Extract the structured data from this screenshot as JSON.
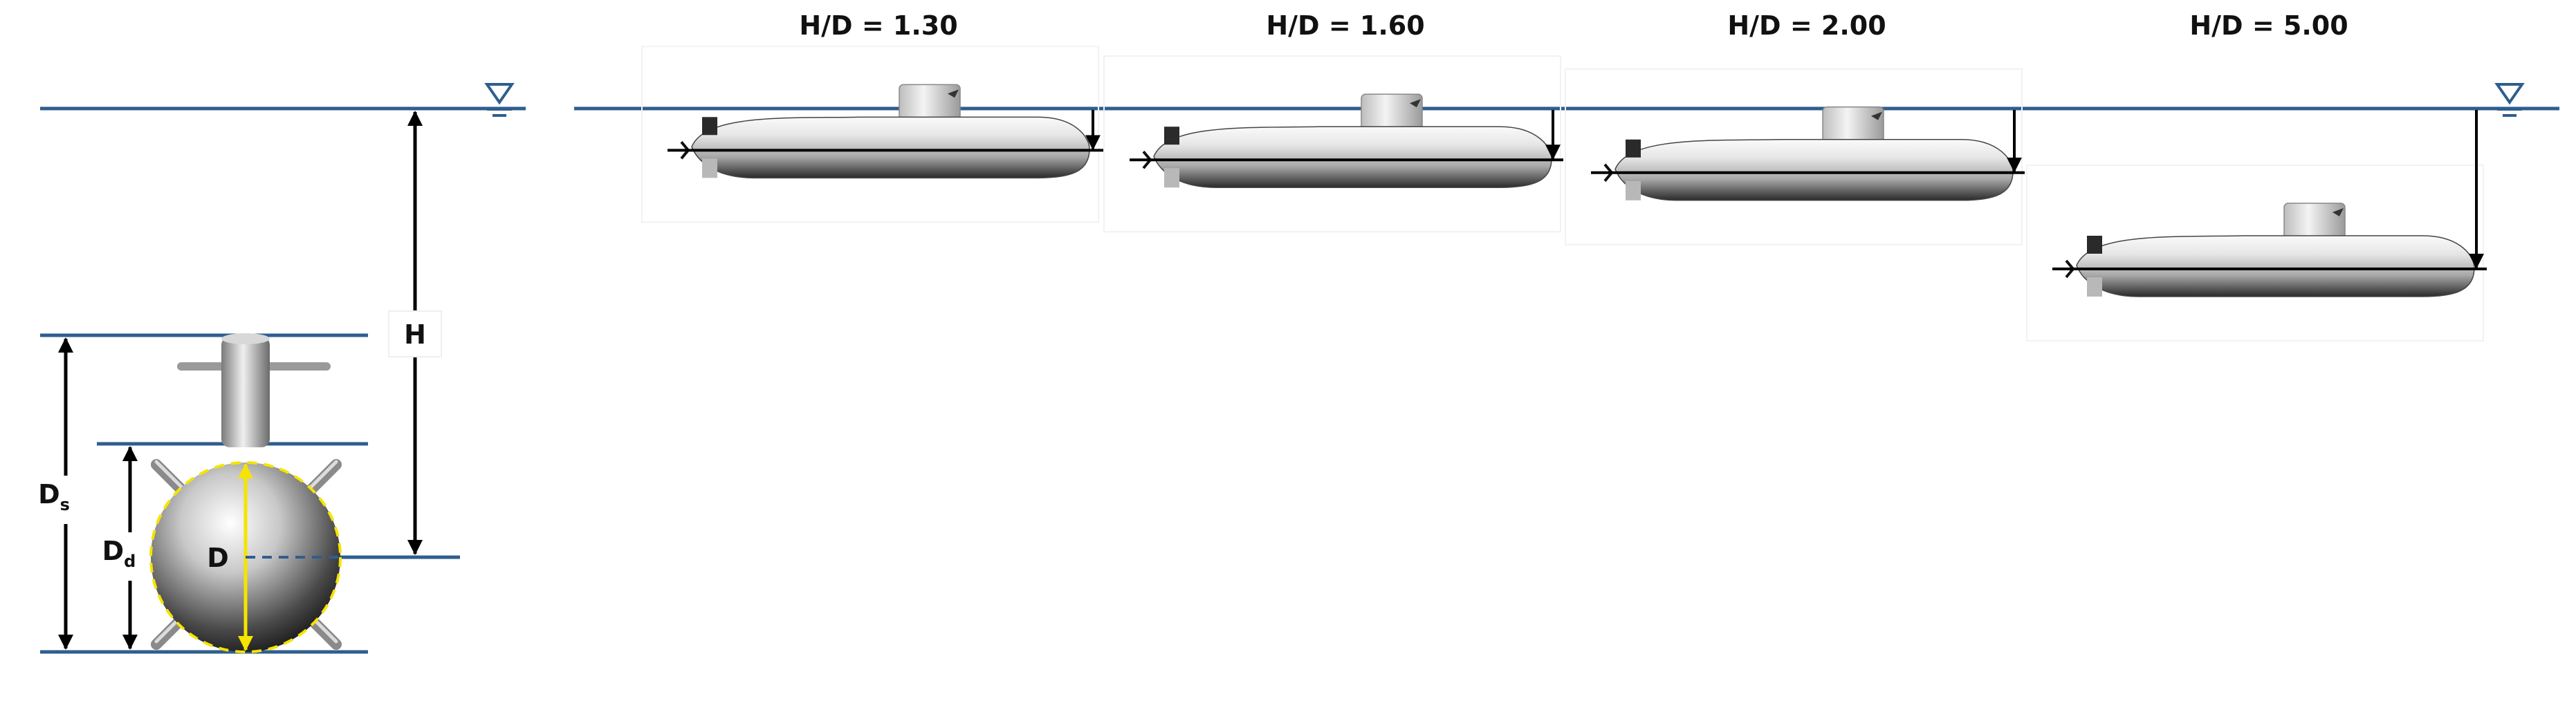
{
  "cases": [
    {
      "label": "H/D = 1.30",
      "ratio": 1.3
    },
    {
      "label": "H/D = 1.60",
      "ratio": 1.6
    },
    {
      "label": "H/D = 2.00",
      "ratio": 2.0
    },
    {
      "label": "H/D = 5.00",
      "ratio": 5.0
    }
  ],
  "section": {
    "depth_label": "H",
    "diameter_label": "D",
    "deck_label_main": "D",
    "deck_label_sub": "d",
    "sail_label_main": "D",
    "sail_label_sub": "s"
  },
  "colors": {
    "waterline": "#2e5e8e",
    "free_surface_symbol": "#2e5e8e",
    "diameter_marker": "#f5e400",
    "hull_shade": "#8a8a8a"
  },
  "icons": {
    "free_surface": "inverted-triangle-waterline-icon"
  }
}
